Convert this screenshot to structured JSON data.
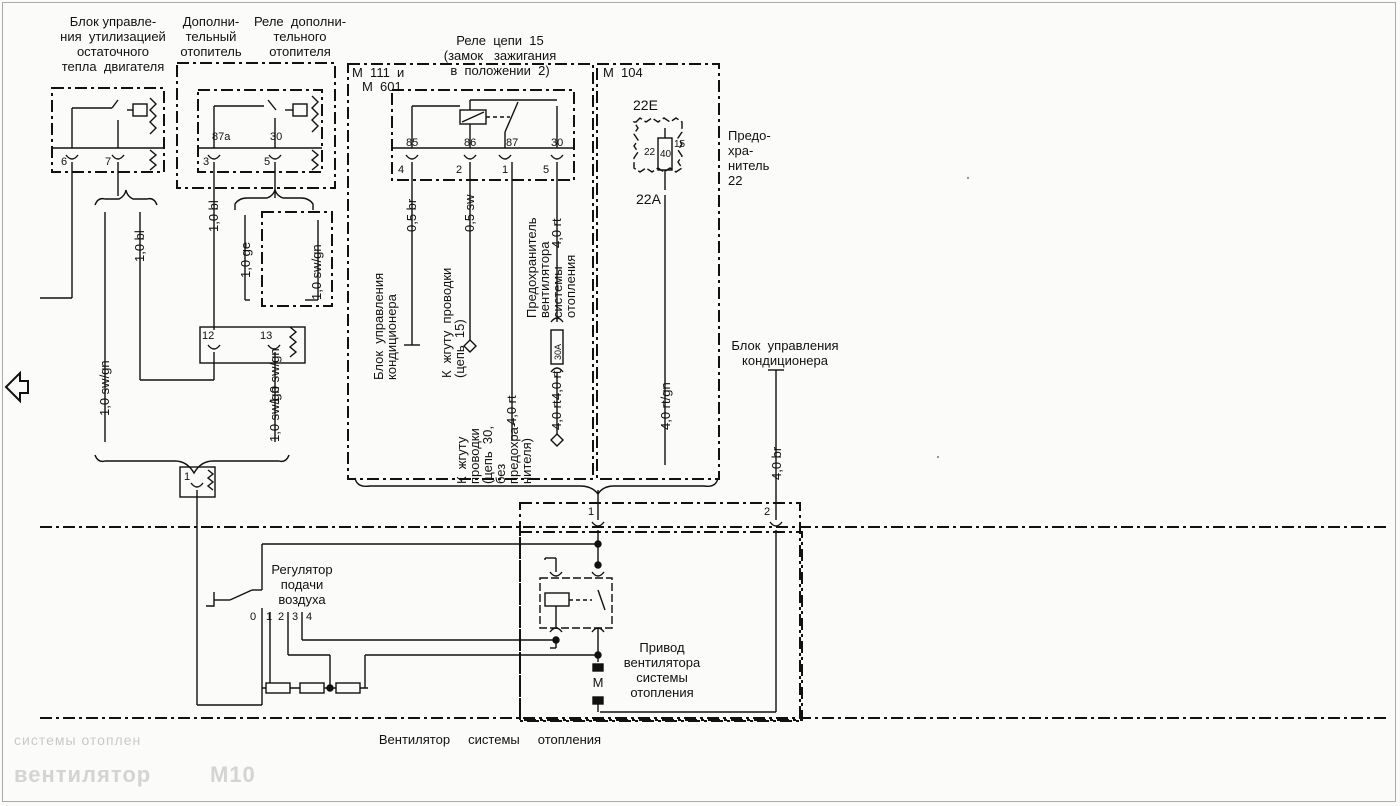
{
  "diagram": {
    "blocks": {
      "heat_recovery": "Блок управле-\nния  утилизацией\nостаточного\nтепла  двигателя",
      "aux_heater": "Дополни-\nтельный\nотопитель",
      "aux_heater_relay": "Реле  дополни-\nтельного\nотопителя",
      "relay15": "Реле  цепи  15\n(замок   зажигания\nв  положении  2)",
      "m111": "M  111  и",
      "m601": "M  601",
      "m104": "M  104",
      "fuse22": "Предо-\nхра-\nнитель\n22",
      "ac_control_right": "Блок  управления\nкондиционера",
      "air_regulator": "Регулятор\nподачи\nвоздуха",
      "fan_drive": "Привод\nвентилятора\nсистемы\nотопления",
      "fan_title": "Вентилятор     системы     отопления"
    },
    "vertical_labels": {
      "ac_control_left": "Блок  управления\nкондиционера",
      "harness15": "К  жгуту  проводки\n(цепь  15)",
      "fan_fuse": "Предохранитель\nвентилятора\nсистемы\nотопления",
      "harness30": "К  жгуту\nпроводки\n(цепь  30,\nбез\nпредохра-\nнителя)"
    },
    "wires": {
      "w1": "1,0  sw/gn",
      "w2": "1,0  bl",
      "w3": "1,0  bl",
      "w4": "1,0  ge",
      "w5": "1,0  sw/gn",
      "w6": "1,0  sw/gn",
      "w7": "1,0  sw/gn",
      "w8": "0,5  br",
      "w9": "0,5  sw",
      "w10": "4,0  rt",
      "w11": "4,0  rt",
      "w12": "4,0  rt",
      "w13": "4,0  rt",
      "w14": "4,0  rt/gn",
      "w15": "4,0  br"
    },
    "pins": {
      "p6": "6",
      "p7": "7",
      "p3": "3",
      "p5a": "5",
      "p87a": "87a",
      "p30a": "30",
      "p85": "85",
      "p86": "86",
      "p87": "87",
      "p30b": "30",
      "p4": "4",
      "p2": "2",
      "p1": "1",
      "p5b": "5",
      "p12": "12",
      "p13": "13",
      "p1c": "1",
      "p1d": "1",
      "p2d": "2",
      "r0": "0",
      "r1": "1",
      "r2": "2",
      "r3": "3",
      "r4": "4",
      "f22e": "22E",
      "f22a": "22A",
      "f22": "22",
      "f40": "40",
      "f15": "15",
      "f30a": "30A",
      "motor": "M"
    },
    "faded": {
      "a": "системы   отоплен",
      "b": "вентилятор",
      "c": "M10"
    }
  }
}
